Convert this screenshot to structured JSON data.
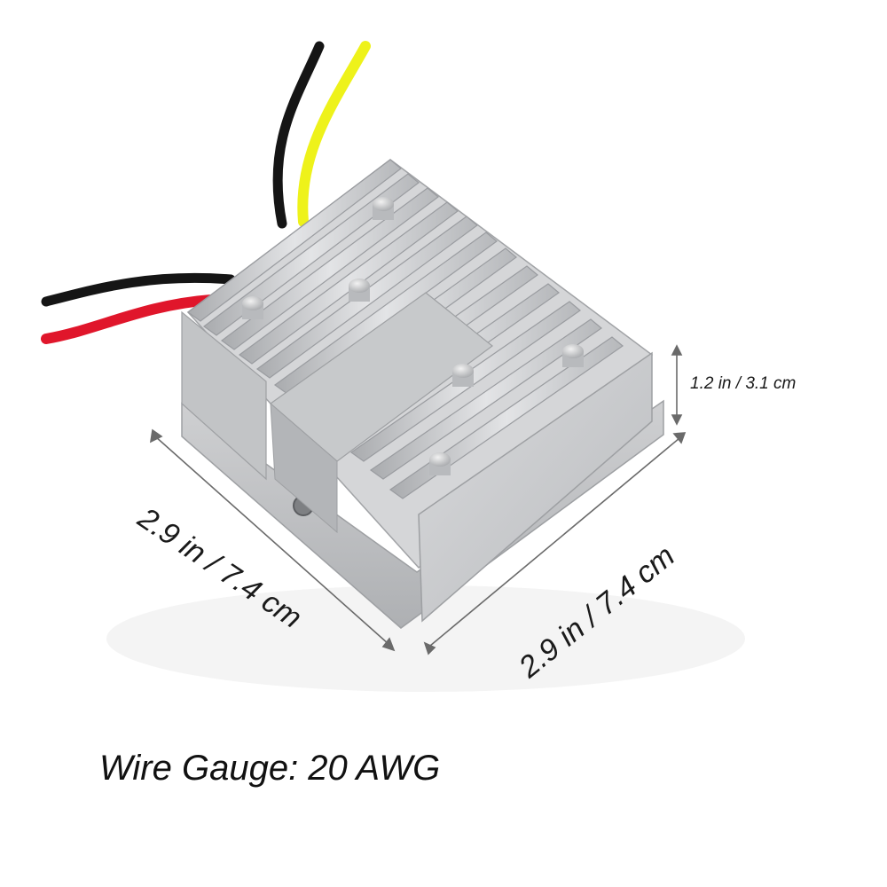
{
  "product": {
    "name_icon": "aluminum-heatsink-converter-icon",
    "wire_colors": {
      "black": "#151515",
      "yellow": "#eef21a",
      "red": "#e0162b"
    },
    "body_color": "#c9cbcd"
  },
  "dimensions": {
    "height_label": "1.2 in / 3.1 cm",
    "width_left_label": "2.9 in / 7.4 cm",
    "width_right_label": "2.9 in / 7.4 cm"
  },
  "caption": "Wire Gauge: 20 AWG"
}
